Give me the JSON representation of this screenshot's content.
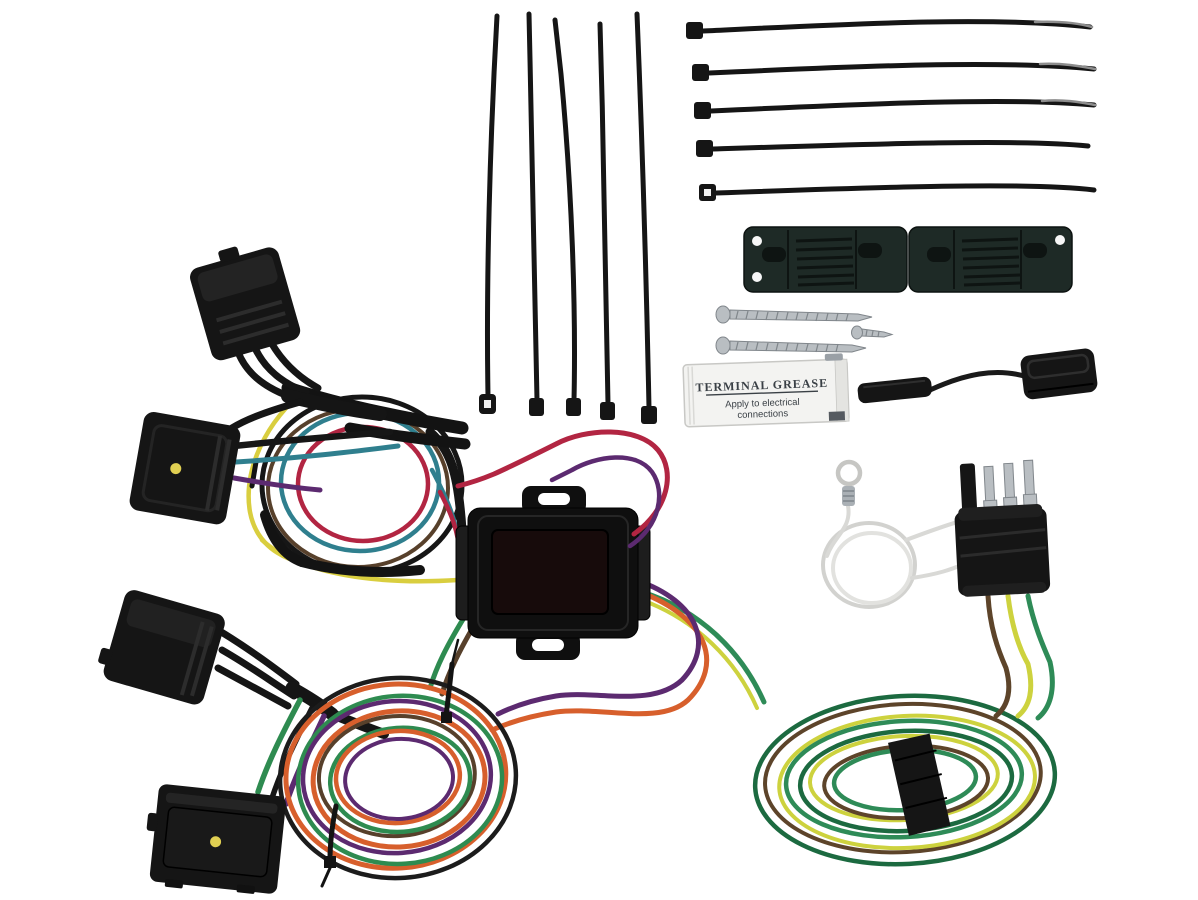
{
  "image": {
    "type": "product-photo",
    "subject": "Vehicle towing wiring harness kit with converter box, connectors, cable ties and mounting hardware on a white background"
  },
  "packet": {
    "title": "TERMINAL GREASE",
    "line1": "Apply to electrical",
    "line2": "connections"
  },
  "components": {
    "vertical_cable_ties": "cable-ties",
    "horizontal_cable_ties": "cable-ties",
    "mounting_brackets": "bracket-pair",
    "screws": "mounting-screws",
    "grease_packet": "terminal-grease-packet",
    "dust_cover": "connector-dust-cover",
    "ground_wire": "white-ground-wire-with-ring-terminal",
    "flat4_connector": "4-flat-trailer-connector",
    "bonded_wire_coil": "green-yellow-brown-bonded-wire-coil",
    "converter_box": "taillight-converter-module",
    "vehicle_connectors": "4 black vehicle T-connectors",
    "colored_wire_coil": "orange-green-purple-wire-coil",
    "wire_loop": "teal-red-yellow-wire-loop"
  },
  "colors": {
    "background": "#ffffff",
    "black_part": "#151515",
    "part_detail": "#2c2c2c",
    "bracket": "#1e2a26",
    "bracket_detail": "#0e1412",
    "metal": "#b9bec2",
    "metal_dark": "#80868b",
    "packet_bg": "#f3f3f1",
    "packet_border": "#c8c8c5",
    "packet_text": "#3a4046",
    "white_wire": "#d9d9d6",
    "wire_yellow": "#d9ce3f",
    "wire_teal": "#2f7f8e",
    "wire_red": "#b22542",
    "wire_purple": "#5c2a70",
    "wire_orange": "#d75f2c",
    "wire_green": "#2e8b50",
    "wire_brown": "#57402b",
    "bonded_green": "#2e8b57",
    "bonded_green_dark": "#1c6a40",
    "bonded_yellow": "#cdd23e",
    "bonded_brown": "#5d442a"
  }
}
